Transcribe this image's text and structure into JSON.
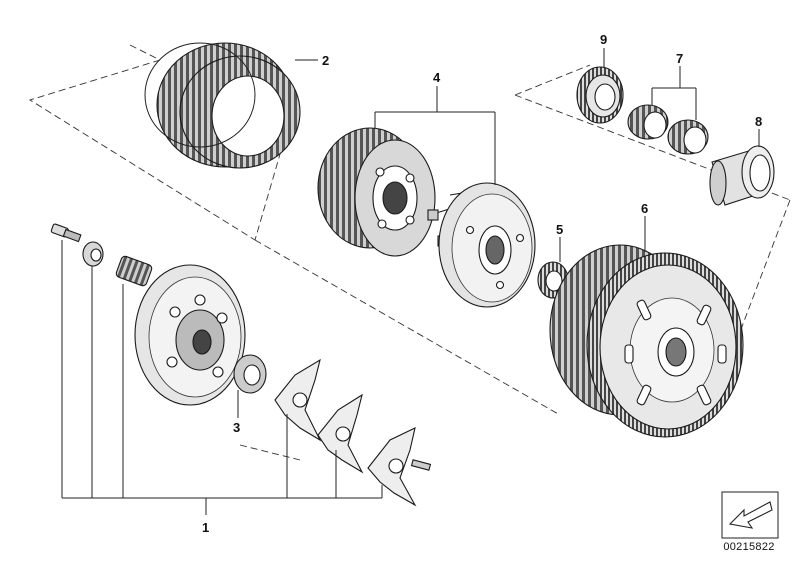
{
  "labels": {
    "p1": "1",
    "p2": "2",
    "p3": "3",
    "p4": "4",
    "p5": "5",
    "p6": "6",
    "p7": "7",
    "p8": "8",
    "p9": "9"
  },
  "catalog_number": "00215822"
}
